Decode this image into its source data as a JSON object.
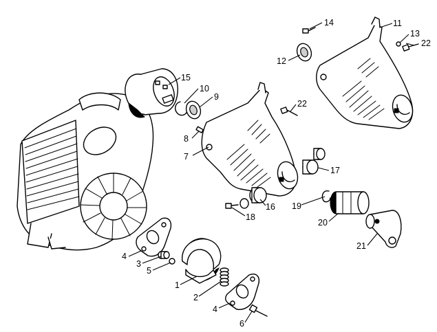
{
  "diagram": {
    "callouts": [
      {
        "id": "c1",
        "label": "1"
      },
      {
        "id": "c2",
        "label": "2"
      },
      {
        "id": "c3",
        "label": "3"
      },
      {
        "id": "c4a",
        "label": "4"
      },
      {
        "id": "c4b",
        "label": "4"
      },
      {
        "id": "c5",
        "label": "5"
      },
      {
        "id": "c6",
        "label": "6"
      },
      {
        "id": "c7",
        "label": "7"
      },
      {
        "id": "c8",
        "label": "8"
      },
      {
        "id": "c9",
        "label": "9"
      },
      {
        "id": "c10",
        "label": "10"
      },
      {
        "id": "c11",
        "label": "11"
      },
      {
        "id": "c12",
        "label": "12"
      },
      {
        "id": "c13",
        "label": "13"
      },
      {
        "id": "c14",
        "label": "14"
      },
      {
        "id": "c15",
        "label": "15"
      },
      {
        "id": "c16",
        "label": "16"
      },
      {
        "id": "c17",
        "label": "17"
      },
      {
        "id": "c18",
        "label": "18"
      },
      {
        "id": "c19",
        "label": "19"
      },
      {
        "id": "c20",
        "label": "20"
      },
      {
        "id": "c21",
        "label": "21"
      },
      {
        "id": "c22a",
        "label": "22"
      },
      {
        "id": "c22b",
        "label": "22"
      }
    ]
  }
}
